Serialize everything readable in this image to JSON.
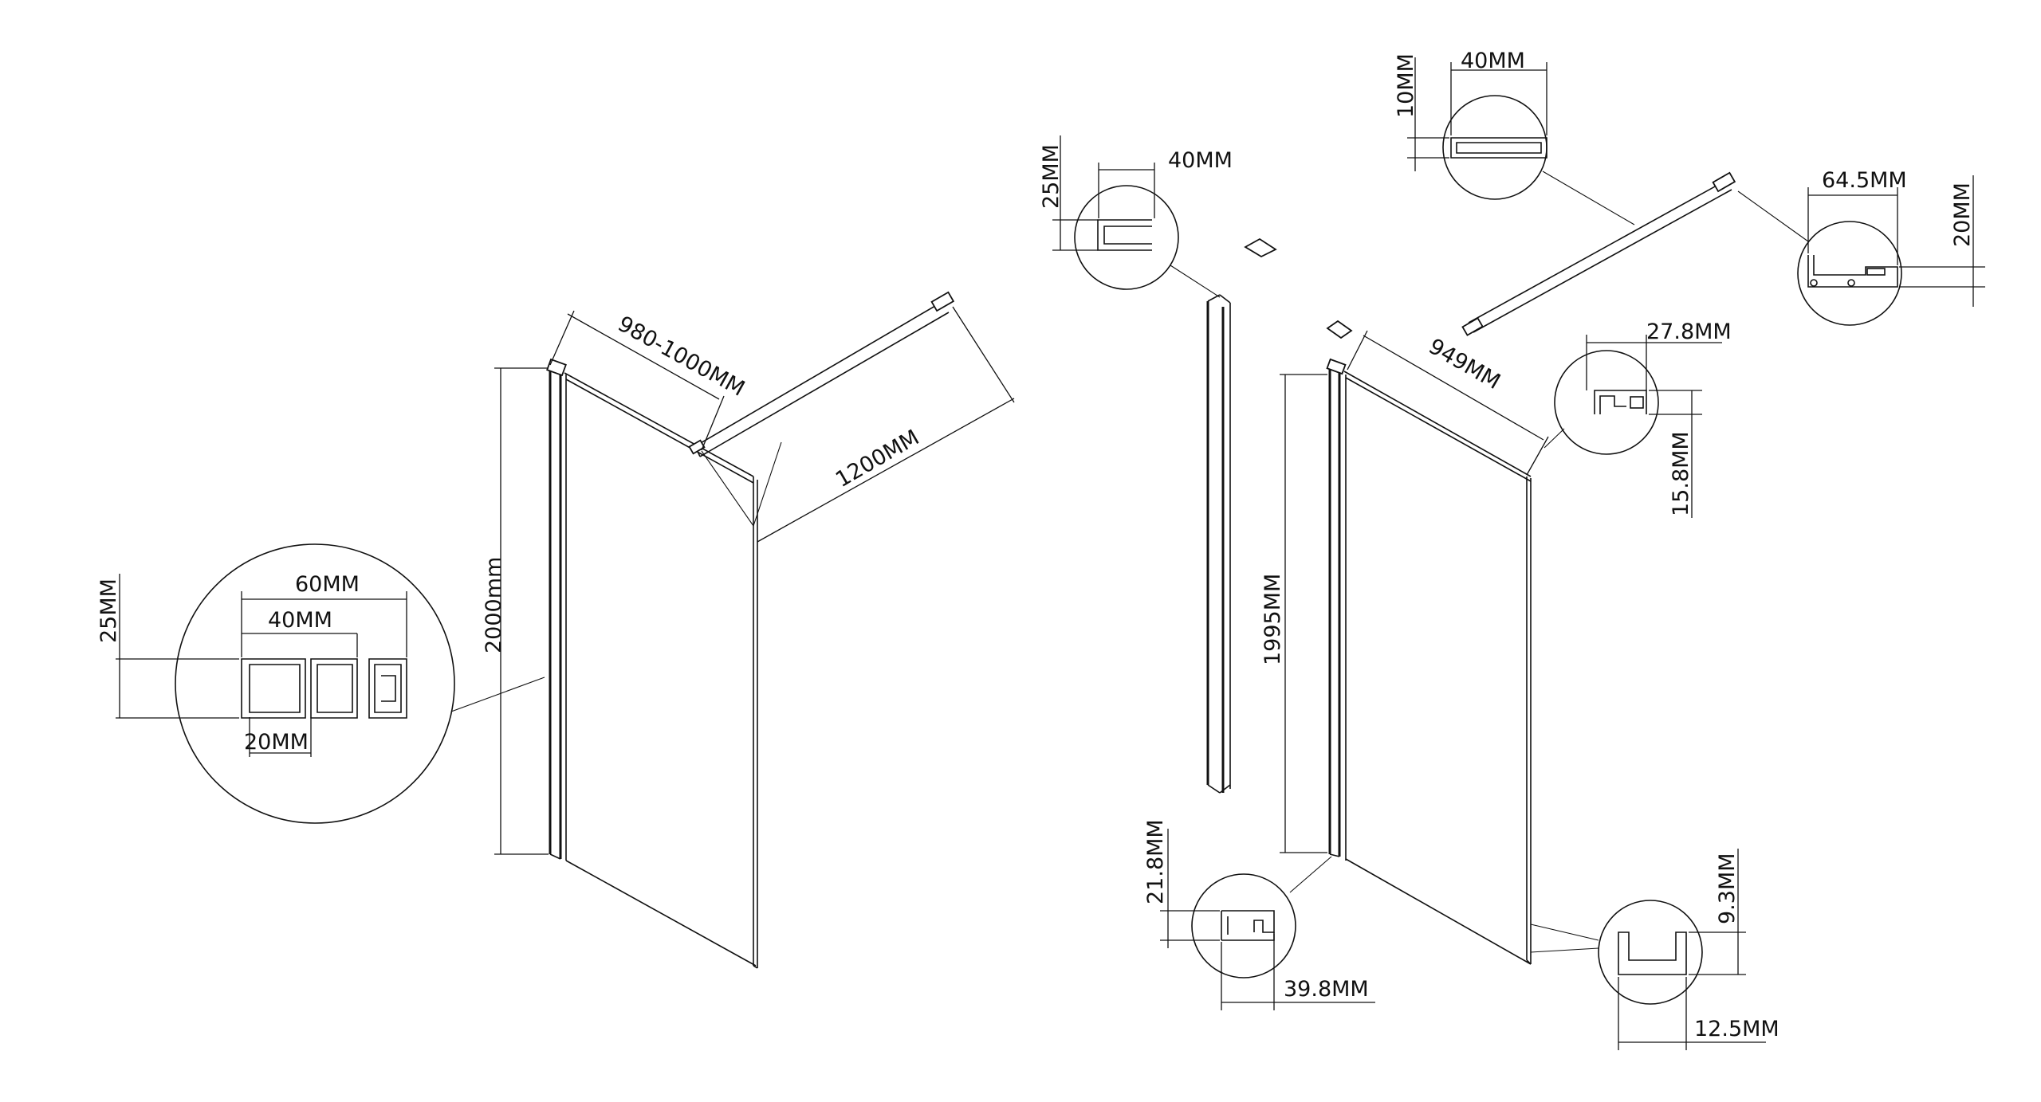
{
  "left_panel": {
    "width_label": "980-1000MM",
    "arm_label": "1200MM",
    "height_label": "2000mm",
    "detail": {
      "total_width": "60MM",
      "profile_width": "40MM",
      "depth": "25MM",
      "gap": "20MM"
    }
  },
  "right_panel": {
    "width_label": "949MM",
    "height_label": "1995MM",
    "wall_profile": {
      "width": "40MM",
      "depth": "25MM"
    },
    "arm_profile": {
      "width": "40MM",
      "depth": "10MM"
    },
    "arm_bracket": {
      "width": "64.5MM",
      "depth": "20MM"
    },
    "top_channel": {
      "width": "27.8MM",
      "depth": "15.8MM"
    },
    "side_profile": {
      "depth": "21.8MM",
      "width": "39.8MM"
    },
    "bottom_channel": {
      "depth": "9.3MM",
      "width": "12.5MM"
    }
  }
}
